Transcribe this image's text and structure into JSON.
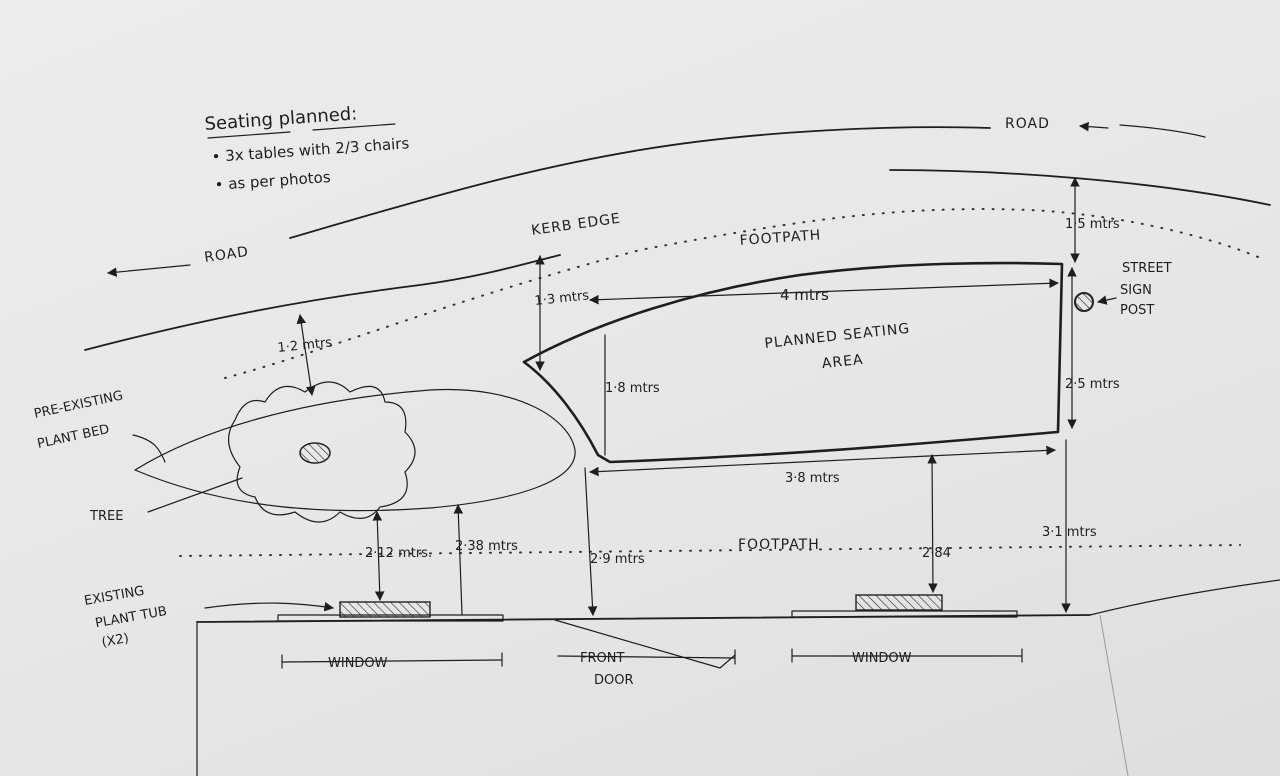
{
  "notes": {
    "title": "Seating planned:",
    "items": [
      "• 3x tables with 2/3 chairs",
      "• as per photos"
    ]
  },
  "labels": {
    "road_top": "ROAD",
    "road_left": "ROAD",
    "kerb_edge": "KERB EDGE",
    "footpath_top": "FOOTPATH",
    "footpath_bottom": "FOOTPATH",
    "street_sign_post": [
      "STREET",
      "SIGN",
      "POST"
    ],
    "planned_seating_area": [
      "PLANNED SEATING",
      "AREA"
    ],
    "pre_existing_plant_bed": [
      "PRE-EXISTING",
      "PLANT BED"
    ],
    "tree": "TREE",
    "existing_plant_tub": [
      "EXISTING",
      "PLANT TUB",
      "(X2)"
    ],
    "window_left": "WINDOW",
    "window_right": "WINDOW",
    "front_door": [
      "FRONT",
      "DOOR"
    ]
  },
  "dimensions": {
    "d_1_5": "1·5 mtrs",
    "d_1_3": "1·3 mtrs",
    "d_4": "4 mtrs",
    "d_1_8": "1·8 mtrs",
    "d_2_5": "2·5 mtrs",
    "d_1_2": "1·2 mtrs",
    "d_3_8": "3·8 mtrs",
    "d_2_12": "2·12 mtrs.",
    "d_2_38": "2·38 mtrs",
    "d_2_9": "2·9 mtrs",
    "d_2_84": "2·84",
    "d_3_1": "3·1 mtrs"
  }
}
